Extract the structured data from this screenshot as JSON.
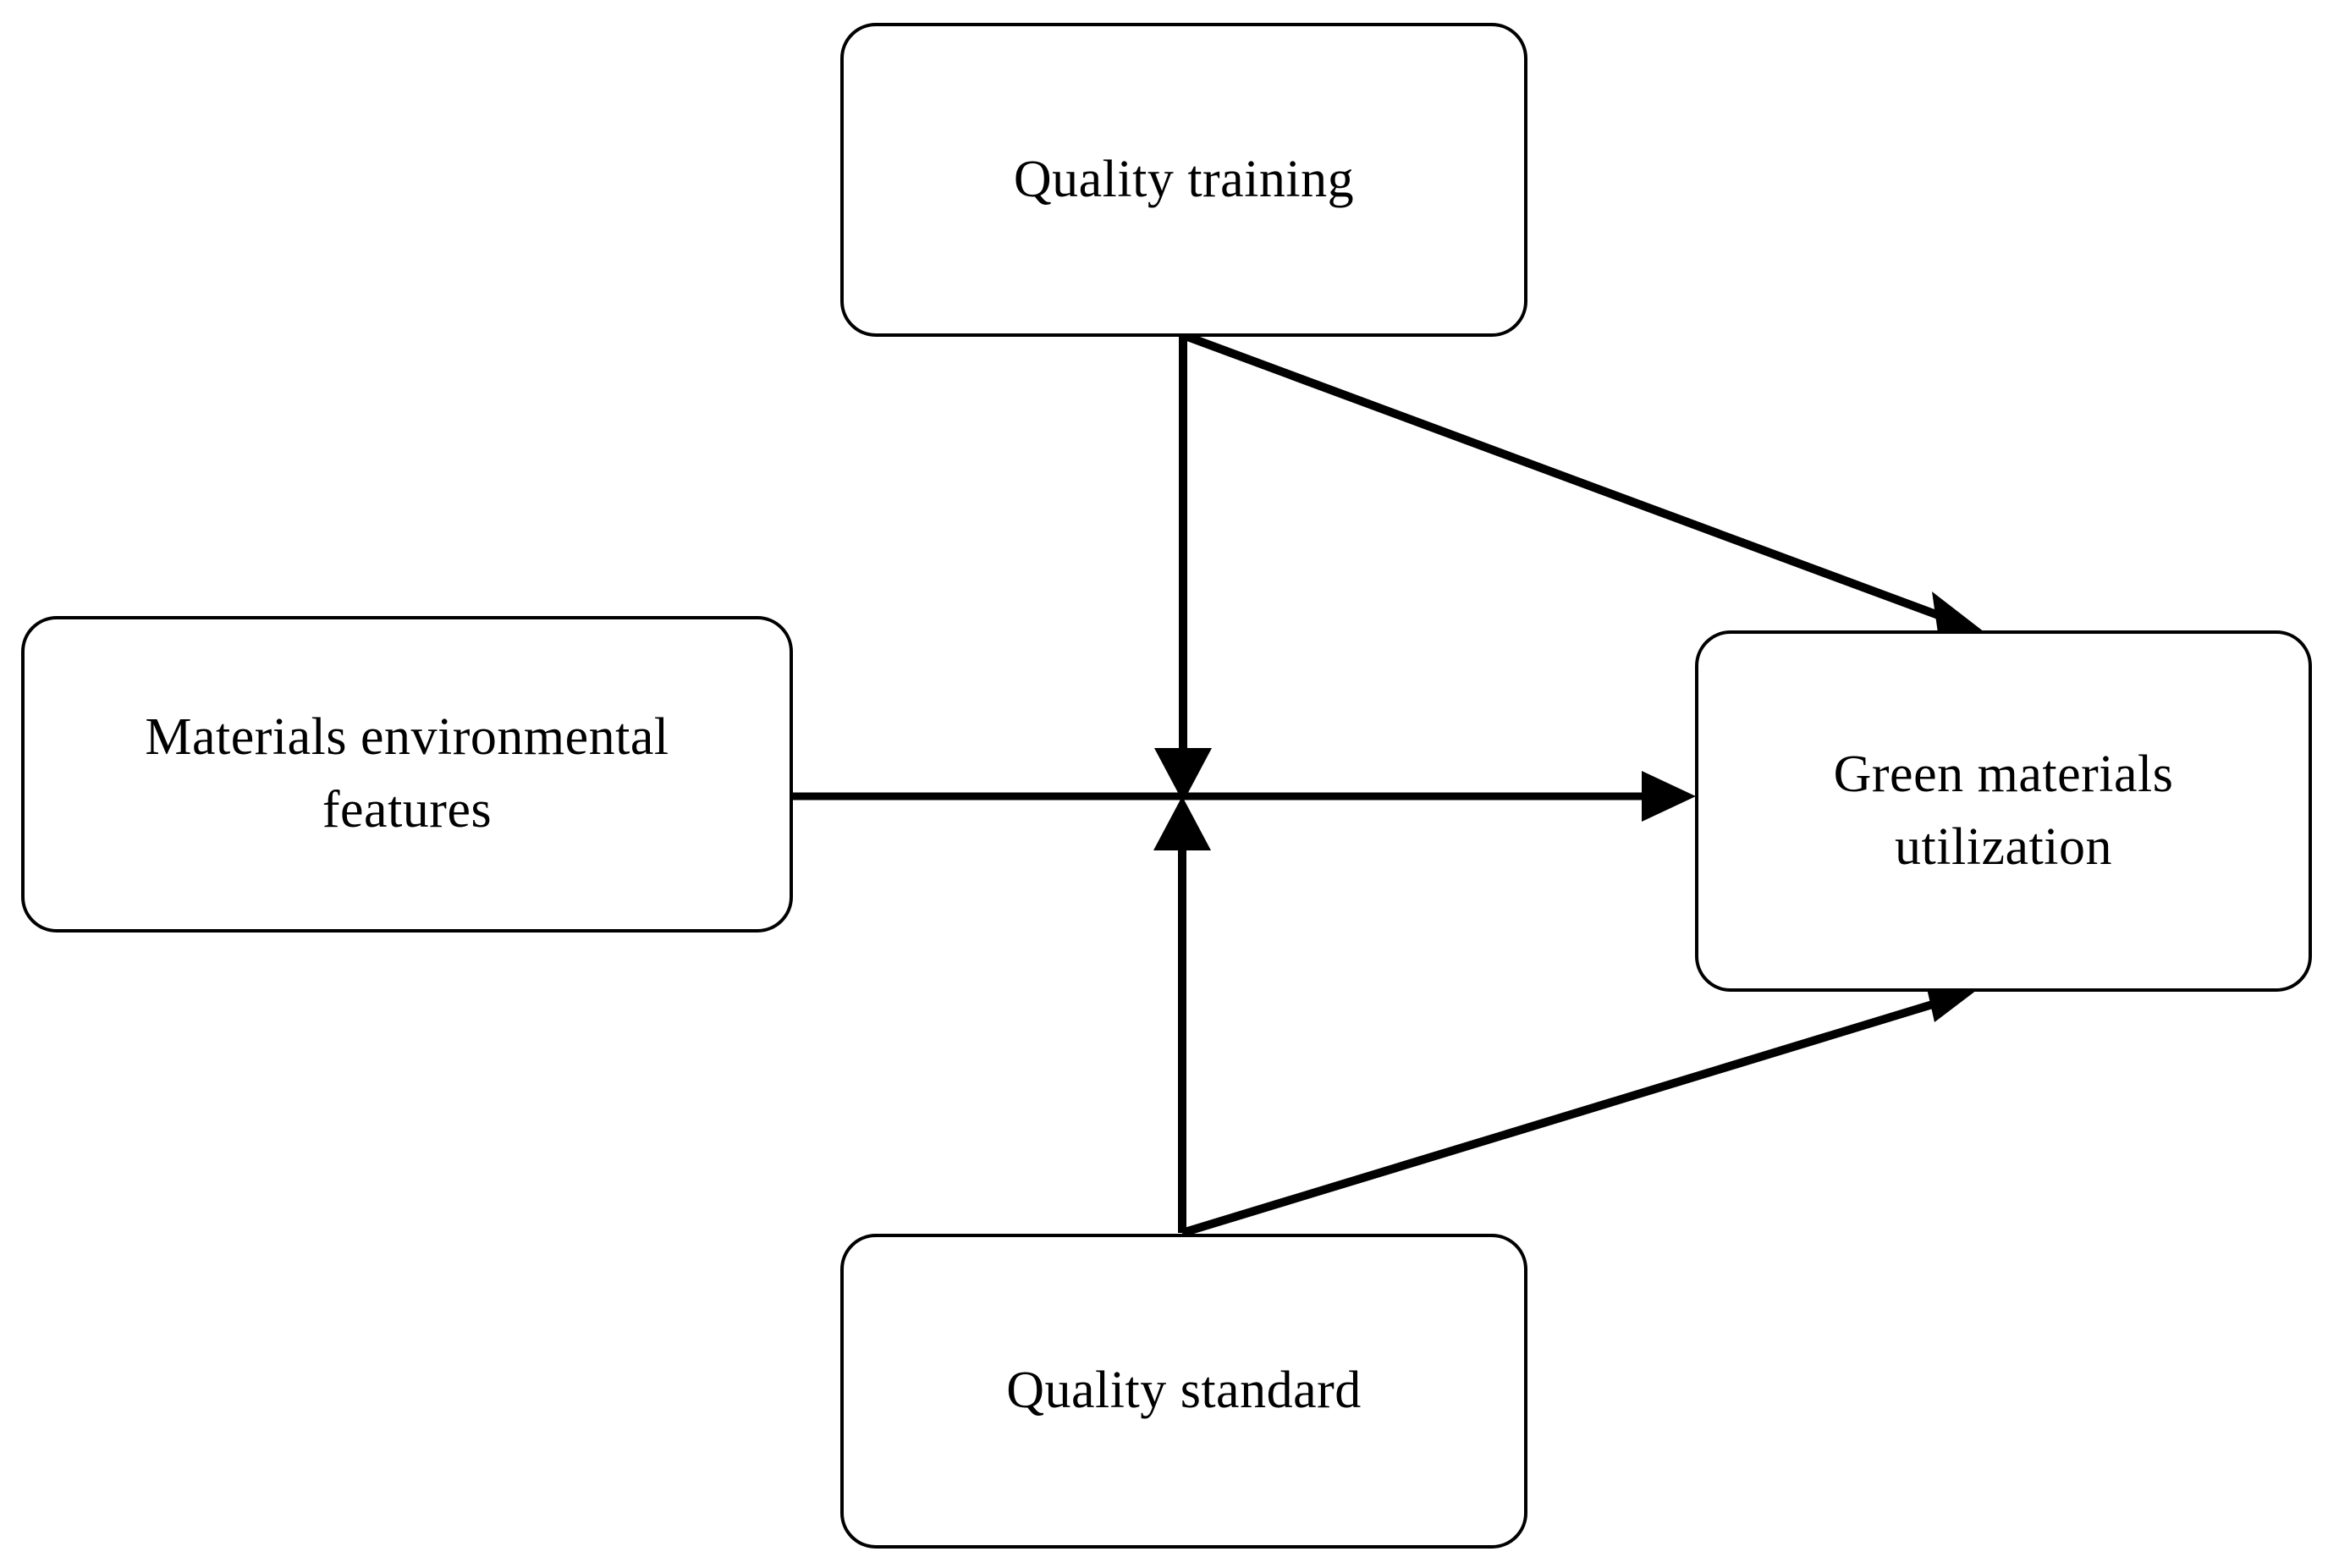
{
  "diagram": {
    "type": "conceptual-research-model",
    "background_color": "#ffffff",
    "stroke_color": "#000000",
    "nodes": [
      {
        "id": "quality-training",
        "label": "Quality training",
        "position": "top-center",
        "shape": "rounded-rectangle"
      },
      {
        "id": "materials-environmental-features",
        "label": "Materials environmental\nfeatures",
        "position": "middle-left",
        "shape": "rounded-rectangle"
      },
      {
        "id": "green-materials-utilization",
        "label": "Green materials\nutilization",
        "position": "middle-right",
        "shape": "rounded-rectangle"
      },
      {
        "id": "quality-standard",
        "label": "Quality standard",
        "position": "bottom-center",
        "shape": "rounded-rectangle"
      }
    ],
    "edges": [
      {
        "id": "materials-to-green",
        "from": "materials-environmental-features",
        "to": "green-materials-utilization",
        "style": "solid",
        "arrowhead": "filled-triangle",
        "kind": "direct-effect"
      },
      {
        "id": "training-to-green",
        "from": "quality-training",
        "to": "green-materials-utilization",
        "style": "solid",
        "arrowhead": "filled-triangle",
        "kind": "direct-effect"
      },
      {
        "id": "training-to-path",
        "from": "quality-training",
        "to": "materials-to-green",
        "style": "solid",
        "arrowhead": "filled-triangle",
        "kind": "moderation"
      },
      {
        "id": "standard-to-green",
        "from": "quality-standard",
        "to": "green-materials-utilization",
        "style": "solid",
        "arrowhead": "filled-triangle",
        "kind": "direct-effect"
      },
      {
        "id": "standard-to-path",
        "from": "quality-standard",
        "to": "materials-to-green",
        "style": "solid",
        "arrowhead": "filled-triangle",
        "kind": "moderation"
      }
    ]
  }
}
